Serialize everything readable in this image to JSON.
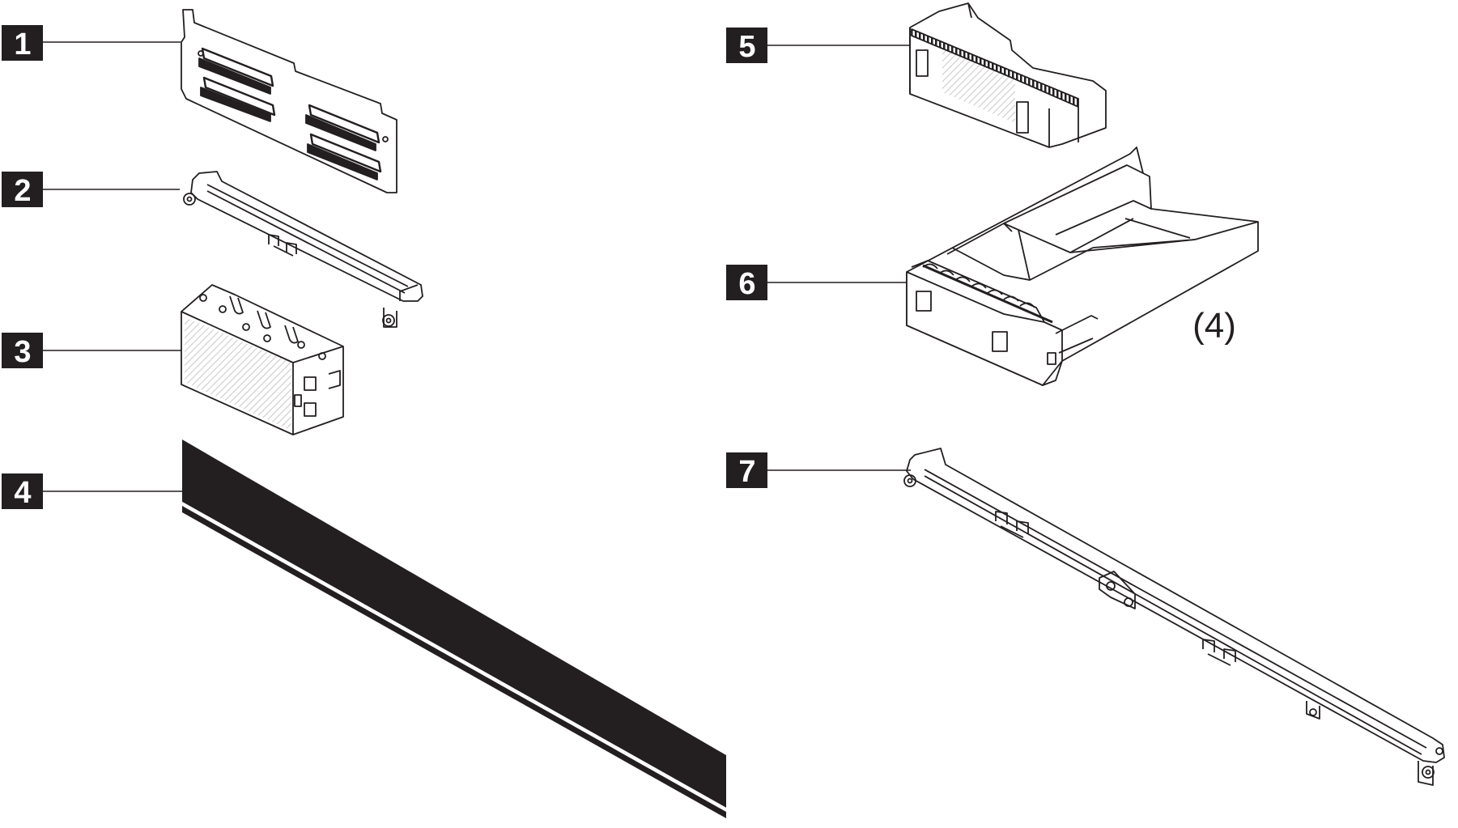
{
  "callouts": [
    {
      "id": "1",
      "label": "1"
    },
    {
      "id": "2",
      "label": "2"
    },
    {
      "id": "3",
      "label": "3"
    },
    {
      "id": "4",
      "label": "4"
    },
    {
      "id": "5",
      "label": "5"
    },
    {
      "id": "6",
      "label": "6"
    },
    {
      "id": "7",
      "label": "7"
    }
  ],
  "quantity_note": "(4)",
  "colors": {
    "ink": "#231f20",
    "hatch": "#bdbdbd",
    "paper": "#ffffff"
  }
}
